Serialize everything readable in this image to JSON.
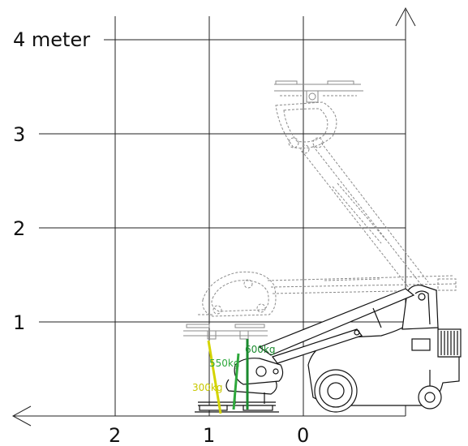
{
  "axes": {
    "y_ticks": [
      {
        "label": "4 meter",
        "value": 4
      },
      {
        "label": "3",
        "value": 3
      },
      {
        "label": "2",
        "value": 2
      },
      {
        "label": "1",
        "value": 1
      }
    ],
    "x_ticks": [
      {
        "label": "2",
        "value": 2
      },
      {
        "label": "1",
        "value": 1
      },
      {
        "label": "0",
        "value": 0
      }
    ]
  },
  "loads": [
    {
      "label": "600kg",
      "color": "#1a8a2e"
    },
    {
      "label": "550kg",
      "color": "#2ea83c"
    },
    {
      "label": "300kg",
      "color": "#d4d400"
    }
  ]
}
